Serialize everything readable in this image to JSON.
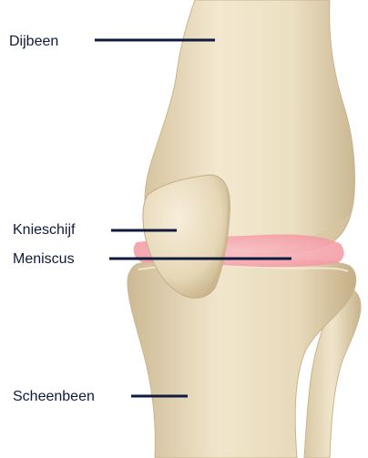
{
  "labels": {
    "femur": "Dijbeen",
    "patella": "Knieschijf",
    "meniscus": "Meniscus",
    "tibia": "Scheenbeen"
  },
  "colors": {
    "bone": "#eee2c6",
    "bone_shadow": "#c9b48d",
    "meniscus": "#f5a3ab",
    "leader_line": "#0f1b3d",
    "background": "#ffffff"
  }
}
